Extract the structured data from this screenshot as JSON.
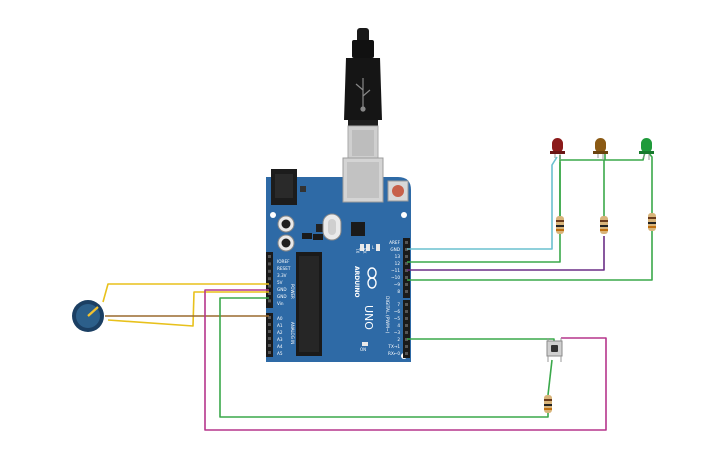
{
  "board": {
    "brand_text": "ARDUINO",
    "model_text": "UNO",
    "on_label": "ON",
    "tx_label": "TX",
    "rx_label": "RX",
    "l_label": "L",
    "digital_label": "DIGITAL (PWM~)",
    "power_label": "POWER",
    "analog_label": "ANALOG IN",
    "power_pins": [
      "IOREF",
      "RESET",
      "3.3V",
      "5V",
      "GND",
      "GND",
      "Vin"
    ],
    "analog_pins": [
      "A0",
      "A1",
      "A2",
      "A3",
      "A4",
      "A5"
    ],
    "top_header_pins": [
      "AREF",
      "GND",
      "13",
      "12",
      "~11",
      "~10",
      "~9",
      "8"
    ],
    "bottom_header_pins": [
      "7",
      "~6",
      "~5",
      "4",
      "~3",
      "2",
      "TX→1",
      "RX←0"
    ]
  },
  "components": {
    "leds": [
      {
        "name": "red-led",
        "color": "#8b1a1a"
      },
      {
        "name": "amber-led",
        "color": "#8b5a14"
      },
      {
        "name": "green-led",
        "color": "#1f9a3a"
      }
    ],
    "potentiometer": {
      "color": "#2c5f8a"
    },
    "pushbutton": {
      "color": "#333333"
    }
  },
  "wire_colors": {
    "yellow": "#e8c11c",
    "brown": "#9a6a2e",
    "magenta": "#b5358c",
    "green": "#3aa84a",
    "cyan": "#6ac0cf",
    "purple": "#6b2e86"
  }
}
